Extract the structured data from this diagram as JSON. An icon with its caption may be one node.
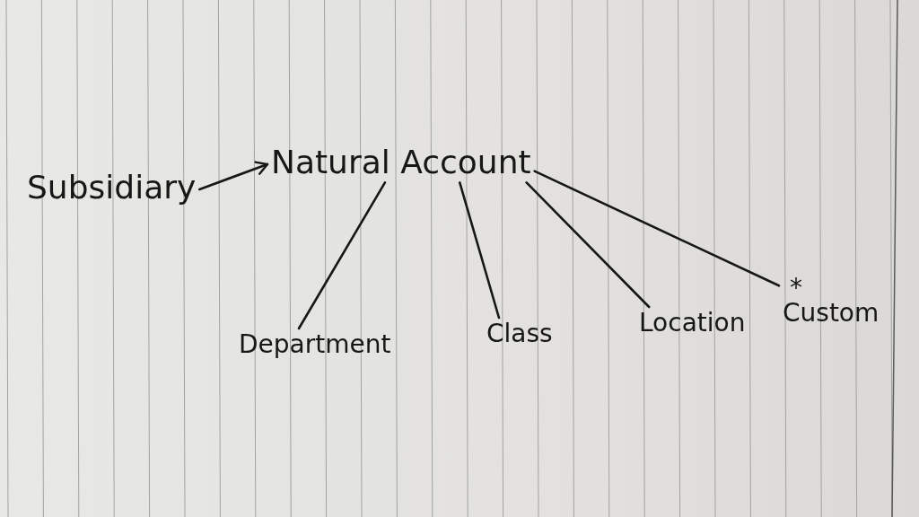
{
  "diagram": {
    "nodes": [
      {
        "text": [
          "Subsidiary"
        ]
      },
      {
        "text": [
          "Natural Account"
        ]
      },
      {
        "text": [
          "Department"
        ]
      },
      {
        "text": [
          "Class"
        ]
      },
      {
        "text": [
          "Location"
        ]
      },
      {
        "text": [
          "*",
          "Custom"
        ]
      }
    ],
    "edges": [
      {
        "from": 0,
        "to": 1,
        "arrow": "to"
      },
      {
        "from": 1,
        "to": 2,
        "arrow": "none"
      },
      {
        "from": 1,
        "to": 3,
        "arrow": "none"
      },
      {
        "from": 1,
        "to": 4,
        "arrow": "none"
      },
      {
        "from": 1,
        "to": 5,
        "arrow": "none"
      }
    ]
  }
}
